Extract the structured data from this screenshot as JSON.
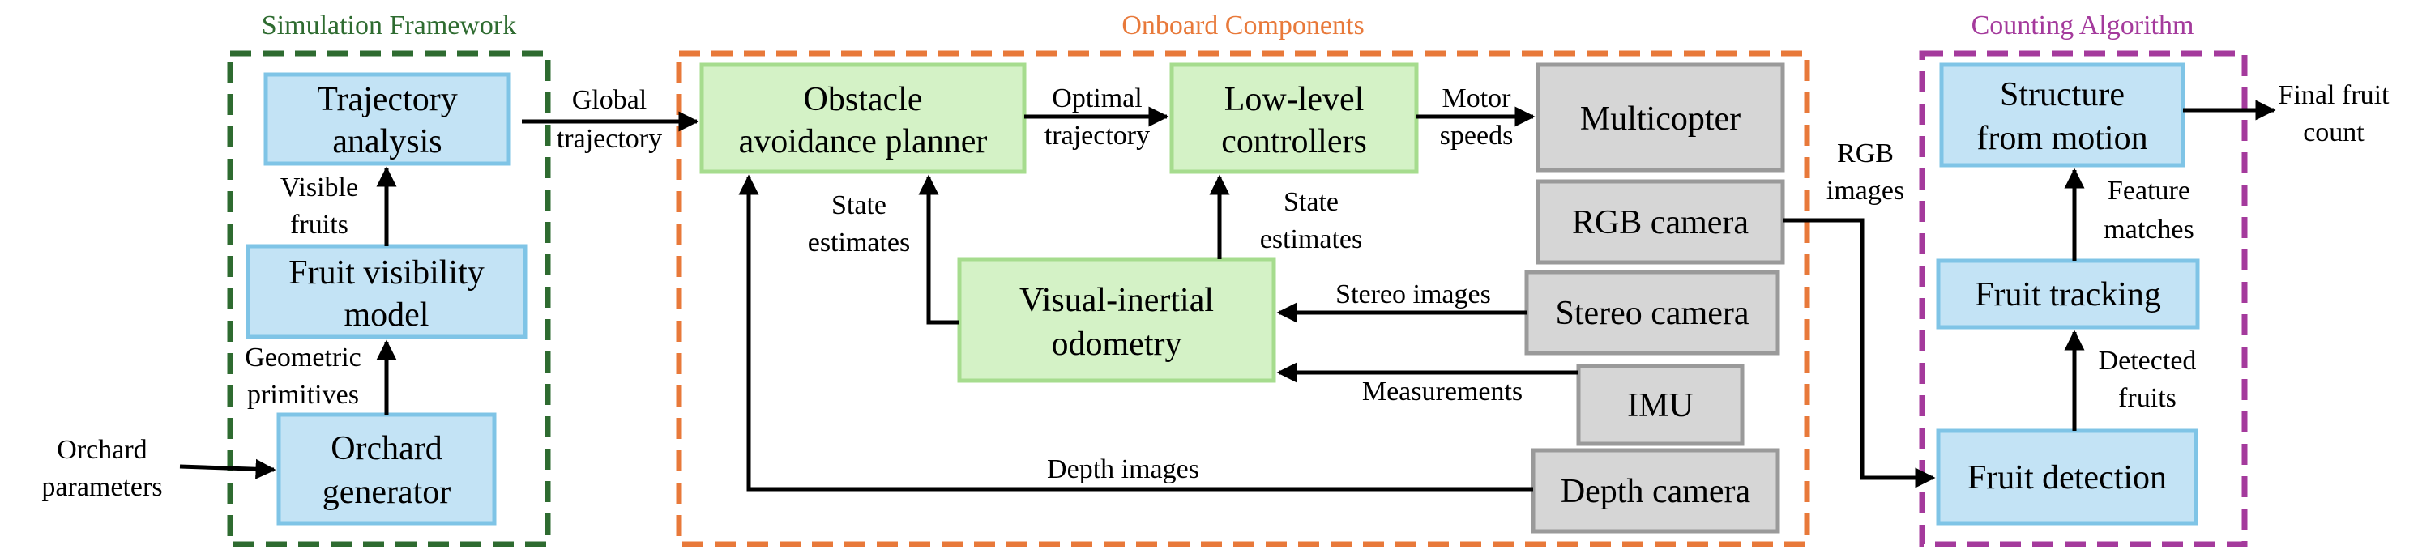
{
  "colors": {
    "sim_frame": "#2e6b30",
    "onboard_frame": "#e8793a",
    "counting_frame": "#a43a9c",
    "blue_fill": "#c3e3f5",
    "blue_stroke": "#7fc4e6",
    "green_fill": "#d4f2c6",
    "green_stroke": "#a6dc8e",
    "gray_fill": "#d6d6d6",
    "gray_stroke": "#9a9a9a"
  },
  "groups": {
    "simulation": "Simulation Framework",
    "onboard": "Onboard Components",
    "counting": "Counting Algorithm"
  },
  "boxes": {
    "trajectory_analysis": [
      "Trajectory",
      "analysis"
    ],
    "fruit_visibility_model": [
      "Fruit visibility",
      "model"
    ],
    "orchard_generator": [
      "Orchard",
      "generator"
    ],
    "obstacle_avoidance_planner": [
      "Obstacle",
      "avoidance planner"
    ],
    "low_level_controllers": [
      "Low-level",
      "controllers"
    ],
    "multicopter": [
      "Multicopter"
    ],
    "rgb_camera": [
      "RGB camera"
    ],
    "stereo_camera": [
      "Stereo camera"
    ],
    "imu": [
      "IMU"
    ],
    "depth_camera": [
      "Depth camera"
    ],
    "visual_inertial_odometry": [
      "Visual-inertial",
      "odometry"
    ],
    "structure_from_motion": [
      "Structure",
      "from motion"
    ],
    "fruit_tracking": [
      "Fruit tracking"
    ],
    "fruit_detection": [
      "Fruit detection"
    ]
  },
  "labels": {
    "orchard_parameters": [
      "Orchard",
      "parameters"
    ],
    "geometric_primitives": [
      "Geometric",
      "primitives"
    ],
    "visible_fruits": [
      "Visible",
      "fruits"
    ],
    "global_trajectory": [
      "Global",
      "trajectory"
    ],
    "optimal_trajectory": [
      "Optimal",
      "trajectory"
    ],
    "motor_speeds": [
      "Motor",
      "speeds"
    ],
    "state_estimates_left": [
      "State",
      "estimates"
    ],
    "state_estimates_right": [
      "State",
      "estimates"
    ],
    "stereo_images": [
      "Stereo images"
    ],
    "measurements": [
      "Measurements"
    ],
    "depth_images": [
      "Depth images"
    ],
    "rgb_images": [
      "RGB",
      "images"
    ],
    "final_fruit_count": [
      "Final fruit",
      "count"
    ],
    "feature_matches": [
      "Feature",
      "matches"
    ],
    "detected_fruits": [
      "Detected",
      "fruits"
    ]
  }
}
